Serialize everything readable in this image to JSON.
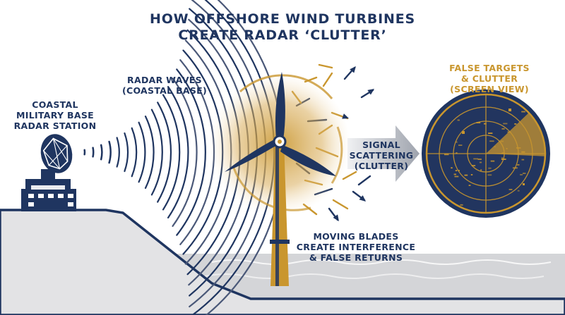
{
  "title": {
    "line1": "HOW OFFSHORE WIND TURBINES",
    "line2": "CREATE RADAR ‘CLUTTER’"
  },
  "labels": {
    "station": [
      "COASTAL",
      "MILITARY BASE",
      "RADAR STATION"
    ],
    "waves": [
      "RADAR WAVES",
      "(COASTAL BASE)"
    ],
    "scattering": [
      "SIGNAL",
      "SCATTERING",
      "(CLUTTER)"
    ],
    "blades": [
      "MOVING BLADES",
      "CREATE INTERFERENCE",
      "& FALSE RETURNS"
    ],
    "false_targets": [
      "FALSE TARGETS",
      "& CLUTTER",
      "(SCREEN VIEW)"
    ]
  },
  "colors": {
    "navy": "#1f3560",
    "gold": "#c9962e",
    "land": "#e3e3e5",
    "water": "#d4d5d8",
    "radar_screen": "#22355f",
    "arrow_gray": "#9ea3ad"
  },
  "icons": {
    "radar_dish": "radar-dish-icon",
    "radar_station": "radar-station-icon",
    "wind_turbine": "wind-turbine-icon",
    "scatter_arrow": "right-arrow-icon",
    "radar_screen": "radar-scope-icon"
  }
}
